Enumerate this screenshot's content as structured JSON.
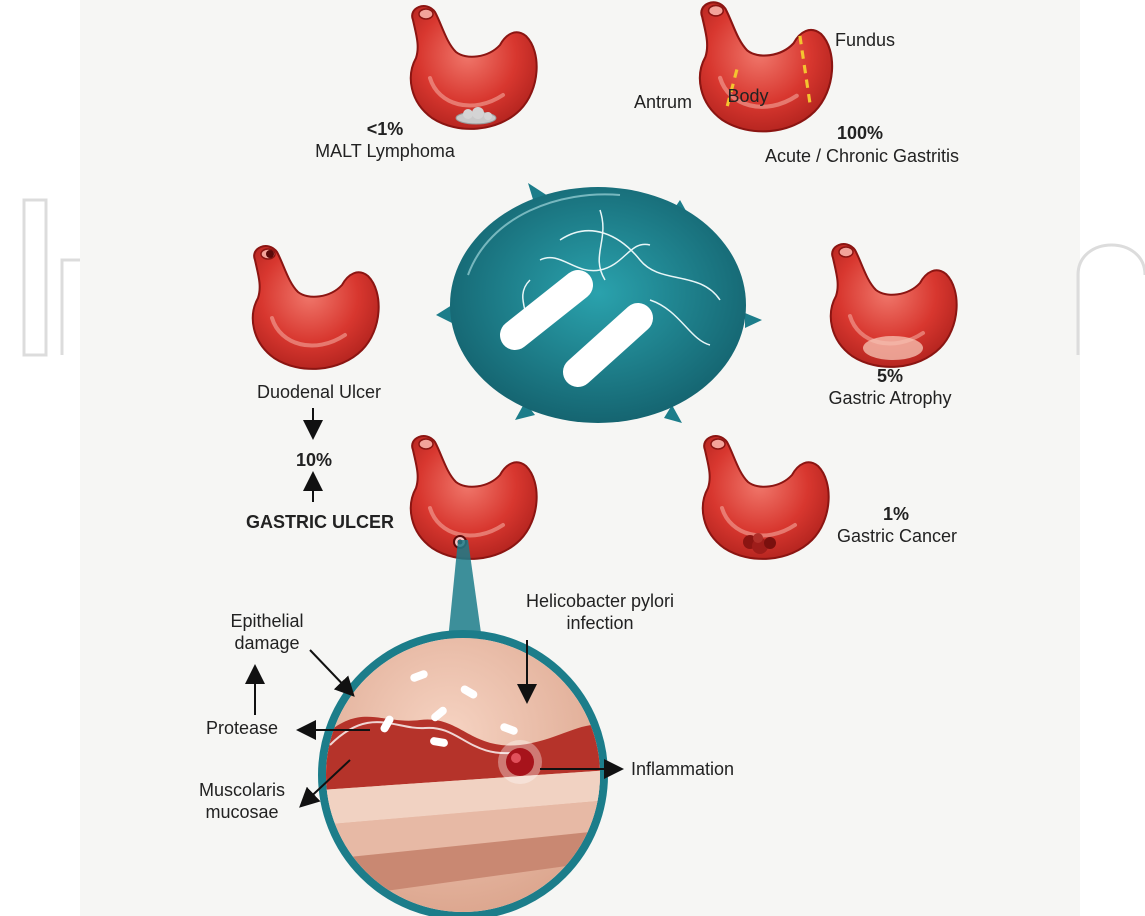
{
  "watermark": {
    "text": "In"
  },
  "stomach_annotations": {
    "antrum": "Antrum",
    "body": "Body",
    "fundus": "Fundus"
  },
  "outcomes": {
    "malt": {
      "percent": "<1%",
      "label": "MALT Lymphoma"
    },
    "gastritis": {
      "percent": "100%",
      "label": "Acute / Chronic Gastritis"
    },
    "atrophy": {
      "percent": "5%",
      "label": "Gastric Atrophy"
    },
    "cancer": {
      "percent": "1%",
      "label": "Gastric Cancer"
    },
    "duodenal": {
      "label": "Duodenal Ulcer"
    },
    "ulcer_percent": "10%",
    "gastric_ulcer": {
      "label": "GASTRIC ULCER"
    }
  },
  "detail": {
    "epithelial": {
      "line1": "Epithelial",
      "line2": "damage"
    },
    "hp": {
      "line1": "Helicobacter pylori",
      "line2": "infection"
    },
    "protease": "Protease",
    "inflammation": "Inflammation",
    "muscularis": {
      "line1": "Muscolaris",
      "line2": "mucosae"
    }
  },
  "colors": {
    "stomach": "#d8372f",
    "stomach_dark": "#a81e1a",
    "bacteria_circle": "#1c7d8a",
    "tissue": "#e8b39a"
  },
  "icons": [
    "stomach-icon",
    "bacteria-icon",
    "tissue-cross-section"
  ]
}
